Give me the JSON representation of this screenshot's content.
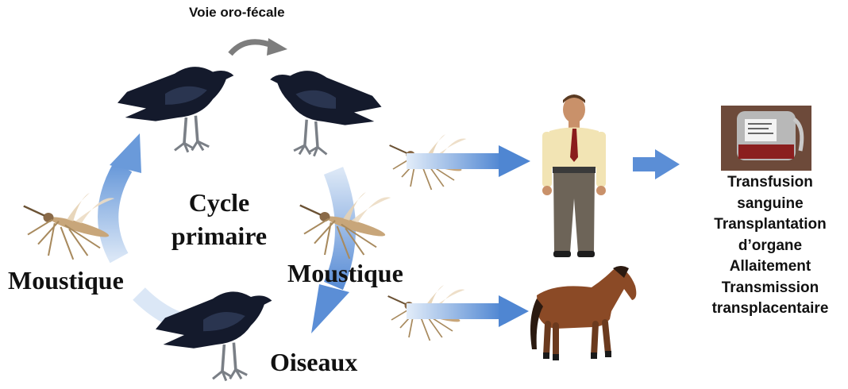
{
  "labels": {
    "route": "Voie oro-fécale",
    "cycle_line1": "Cycle",
    "cycle_line2": "primaire",
    "mosquito_left": "Moustique",
    "mosquito_right": "Moustique",
    "birds": "Oiseaux"
  },
  "transmission_routes": [
    "Transfusion",
    "sanguine",
    "Transplantation",
    "d’organe",
    "Allaitement",
    "Transmission",
    "transplacentaire"
  ],
  "icons": [
    "crow-icon",
    "mosquito-icon",
    "human-icon",
    "horse-icon",
    "blood-bag-icon",
    "arrow-icon"
  ],
  "colors": {
    "arrow": "#5b8ed6",
    "arrow_light": "#c9dcf3",
    "crow": "#141a2c"
  }
}
